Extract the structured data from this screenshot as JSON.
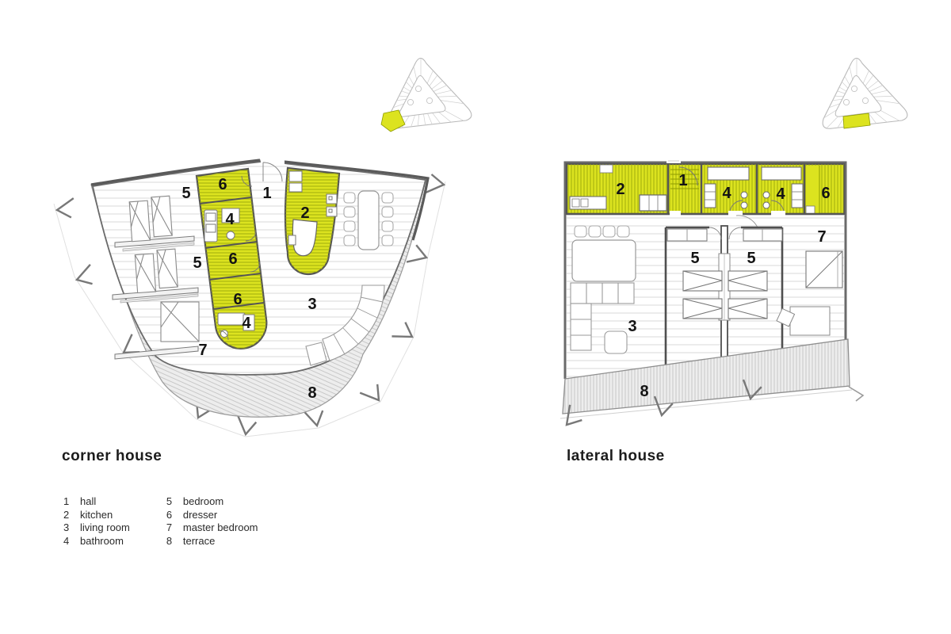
{
  "sheet": {
    "background": "#ffffff",
    "type": "architectural floor plans"
  },
  "colors": {
    "highlight_yellow": "#dce31f",
    "hatch_olive": "#8f9c00",
    "wall_dark": "#555555",
    "wall_mid": "#6a6a6a",
    "line_light": "#9a9a9a",
    "deck_line": "#d6d6d6",
    "terrace_fill": "#ededed",
    "terrace_hatch": "#bdbdbd",
    "label_color": "#141414"
  },
  "key_plans": {
    "corner": {
      "name": "site-key-plan",
      "highlighted_unit": "bottom-left corner unit"
    },
    "lateral": {
      "name": "site-key-plan",
      "highlighted_unit": "bottom-center lateral unit"
    }
  },
  "plans": {
    "corner": {
      "title": "corner house",
      "room_labels": [
        {
          "n": "5"
        },
        {
          "n": "6"
        },
        {
          "n": "1"
        },
        {
          "n": "2"
        },
        {
          "n": "4"
        },
        {
          "n": "5"
        },
        {
          "n": "6"
        },
        {
          "n": "6"
        },
        {
          "n": "3"
        },
        {
          "n": "4"
        },
        {
          "n": "7"
        },
        {
          "n": "8"
        }
      ]
    },
    "lateral": {
      "title": "lateral house",
      "room_labels": [
        {
          "n": "2"
        },
        {
          "n": "1"
        },
        {
          "n": "4"
        },
        {
          "n": "4"
        },
        {
          "n": "6"
        },
        {
          "n": "5"
        },
        {
          "n": "5"
        },
        {
          "n": "7"
        },
        {
          "n": "3"
        },
        {
          "n": "8"
        }
      ]
    }
  },
  "legend": {
    "items": [
      {
        "num": "1",
        "label": "hall"
      },
      {
        "num": "2",
        "label": "kitchen"
      },
      {
        "num": "3",
        "label": "living room"
      },
      {
        "num": "4",
        "label": "bathroom"
      },
      {
        "num": "5",
        "label": "bedroom"
      },
      {
        "num": "6",
        "label": "dresser"
      },
      {
        "num": "7",
        "label": "master bedroom"
      },
      {
        "num": "8",
        "label": "terrace"
      }
    ]
  }
}
